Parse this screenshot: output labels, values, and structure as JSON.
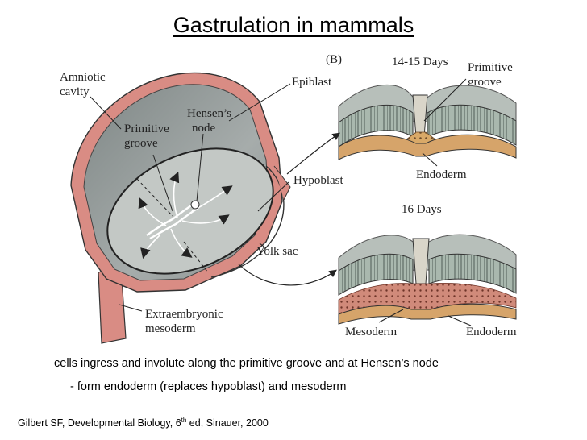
{
  "title": "Gastrulation in mammals",
  "figure": {
    "panel_label": "(B)",
    "left_labels": {
      "amniotic_cavity_1": "Amniotic",
      "amniotic_cavity_2": "cavity",
      "primitive_groove_1": "Primitive",
      "primitive_groove_2": "groove",
      "hensens_node_1": "Hensen’s",
      "hensens_node_2": "node",
      "epiblast": "Epiblast",
      "hypoblast": "Hypoblast",
      "yolk_sac": "Yolk sac",
      "extraembryonic_1": "Extraembryonic",
      "extraembryonic_2": "mesoderm"
    },
    "top_panel": {
      "stage": "14-15 Days",
      "primitive_groove_1": "Primitive",
      "primitive_groove_2": "groove",
      "endoderm": "Endoderm"
    },
    "bottom_panel": {
      "stage": "16 Days",
      "mesoderm": "Mesoderm",
      "endoderm": "Endoderm"
    }
  },
  "captions": {
    "line1": "cells ingress and involute along the primitive groove and at Hensen’s node",
    "line2": "- form endoderm (replaces hypoblast) and mesoderm"
  },
  "citation": {
    "prefix": "Gilbert SF, Developmental Biology, 6",
    "superscript": "th",
    "suffix": " ed, Sinauer, 2000"
  },
  "colors": {
    "cavity_gray": "#9aa09f",
    "wall_pink": "#d98c84",
    "epiblast_green": "#8fa69a",
    "endoderm_orange": "#d9a060",
    "mesoderm_red": "#c97a6a",
    "inner_disc": "#bcc2bf"
  }
}
